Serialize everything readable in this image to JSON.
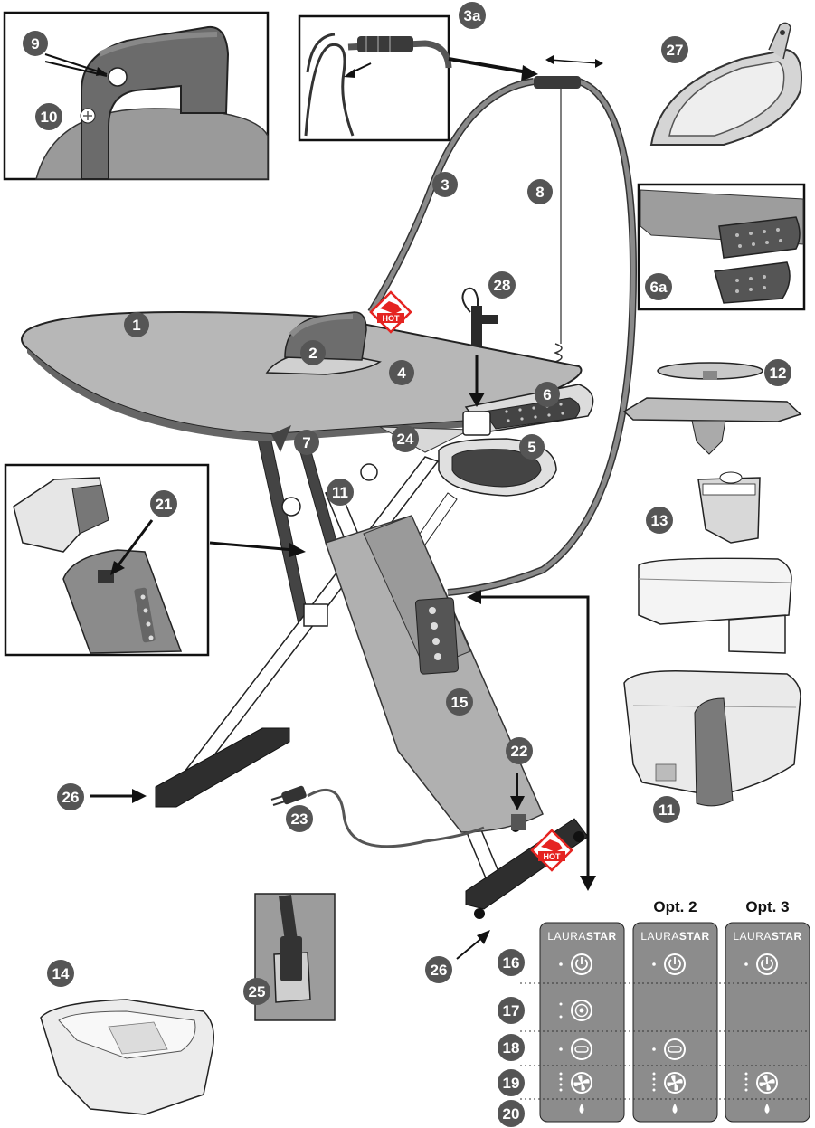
{
  "callouts": [
    {
      "id": "9",
      "label": "9"
    },
    {
      "id": "10",
      "label": "10"
    },
    {
      "id": "3a",
      "label": "3a"
    },
    {
      "id": "27",
      "label": "27"
    },
    {
      "id": "3",
      "label": "3"
    },
    {
      "id": "8",
      "label": "8"
    },
    {
      "id": "6a",
      "label": "6a"
    },
    {
      "id": "28",
      "label": "28"
    },
    {
      "id": "1",
      "label": "1"
    },
    {
      "id": "2",
      "label": "2"
    },
    {
      "id": "4",
      "label": "4"
    },
    {
      "id": "6",
      "label": "6"
    },
    {
      "id": "12",
      "label": "12"
    },
    {
      "id": "7",
      "label": "7"
    },
    {
      "id": "24",
      "label": "24"
    },
    {
      "id": "5",
      "label": "5"
    },
    {
      "id": "11a",
      "label": "11"
    },
    {
      "id": "21",
      "label": "21"
    },
    {
      "id": "13",
      "label": "13"
    },
    {
      "id": "15",
      "label": "15"
    },
    {
      "id": "22",
      "label": "22"
    },
    {
      "id": "11b",
      "label": "11"
    },
    {
      "id": "26a",
      "label": "26"
    },
    {
      "id": "23",
      "label": "23"
    },
    {
      "id": "26b",
      "label": "26"
    },
    {
      "id": "14",
      "label": "14"
    },
    {
      "id": "25",
      "label": "25"
    },
    {
      "id": "16",
      "label": "16"
    },
    {
      "id": "17",
      "label": "17"
    },
    {
      "id": "18",
      "label": "18"
    },
    {
      "id": "19",
      "label": "19"
    },
    {
      "id": "20",
      "label": "20"
    }
  ],
  "hot_label": "HOT",
  "panels": {
    "brand_light": "LAURA",
    "brand_bold": "STAR",
    "option_2": "Opt. 2",
    "option_3": "Opt. 3"
  },
  "colors": {
    "callout": "#555555",
    "board": "#b8b8b8",
    "frame": "#ffffff",
    "hot": "#e52421",
    "panel": "#8c8c8c",
    "cord": "#6d6d6d"
  }
}
